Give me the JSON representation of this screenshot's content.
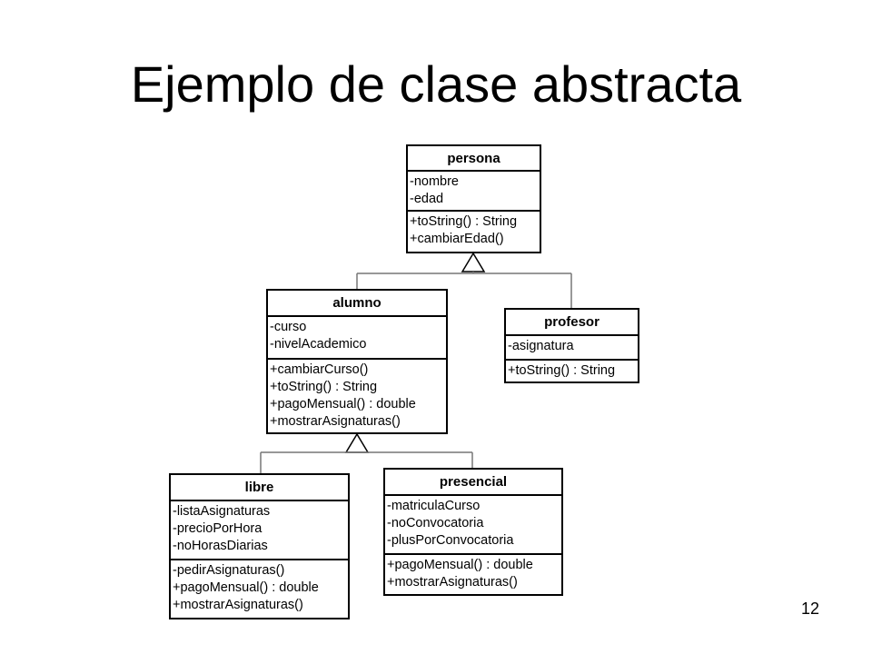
{
  "slide": {
    "title": "Ejemplo de clase abstracta",
    "page_number": "12"
  },
  "diagram": {
    "classes": {
      "persona": {
        "name": "persona",
        "attributes": [
          "-nombre",
          "-edad"
        ],
        "methods": [
          "+toString() : String",
          "+cambiarEdad()"
        ]
      },
      "alumno": {
        "name": "alumno",
        "attributes": [
          "-curso",
          "-nivelAcademico"
        ],
        "methods": [
          "+cambiarCurso()",
          "+toString() : String",
          "+pagoMensual() : double",
          "+mostrarAsignaturas()"
        ]
      },
      "profesor": {
        "name": "profesor",
        "attributes": [
          "-asignatura"
        ],
        "methods": [
          "+toString() : String"
        ]
      },
      "libre": {
        "name": "libre",
        "attributes": [
          "-listaAsignaturas",
          "-precioPorHora",
          "-noHorasDiarias"
        ],
        "methods": [
          "-pedirAsignaturas()",
          "+pagoMensual() : double",
          "+mostrarAsignaturas()"
        ]
      },
      "presencial": {
        "name": "presencial",
        "attributes": [
          "-matriculaCurso",
          "-noConvocatoria",
          "-plusPorConvocatoria"
        ],
        "methods": [
          "+pagoMensual() : double",
          "+mostrarAsignaturas()"
        ]
      }
    },
    "relationships": [
      {
        "type": "inheritance",
        "child": "alumno",
        "parent": "persona"
      },
      {
        "type": "inheritance",
        "child": "profesor",
        "parent": "persona"
      },
      {
        "type": "inheritance",
        "child": "libre",
        "parent": "alumno"
      },
      {
        "type": "inheritance",
        "child": "presencial",
        "parent": "alumno"
      }
    ]
  }
}
